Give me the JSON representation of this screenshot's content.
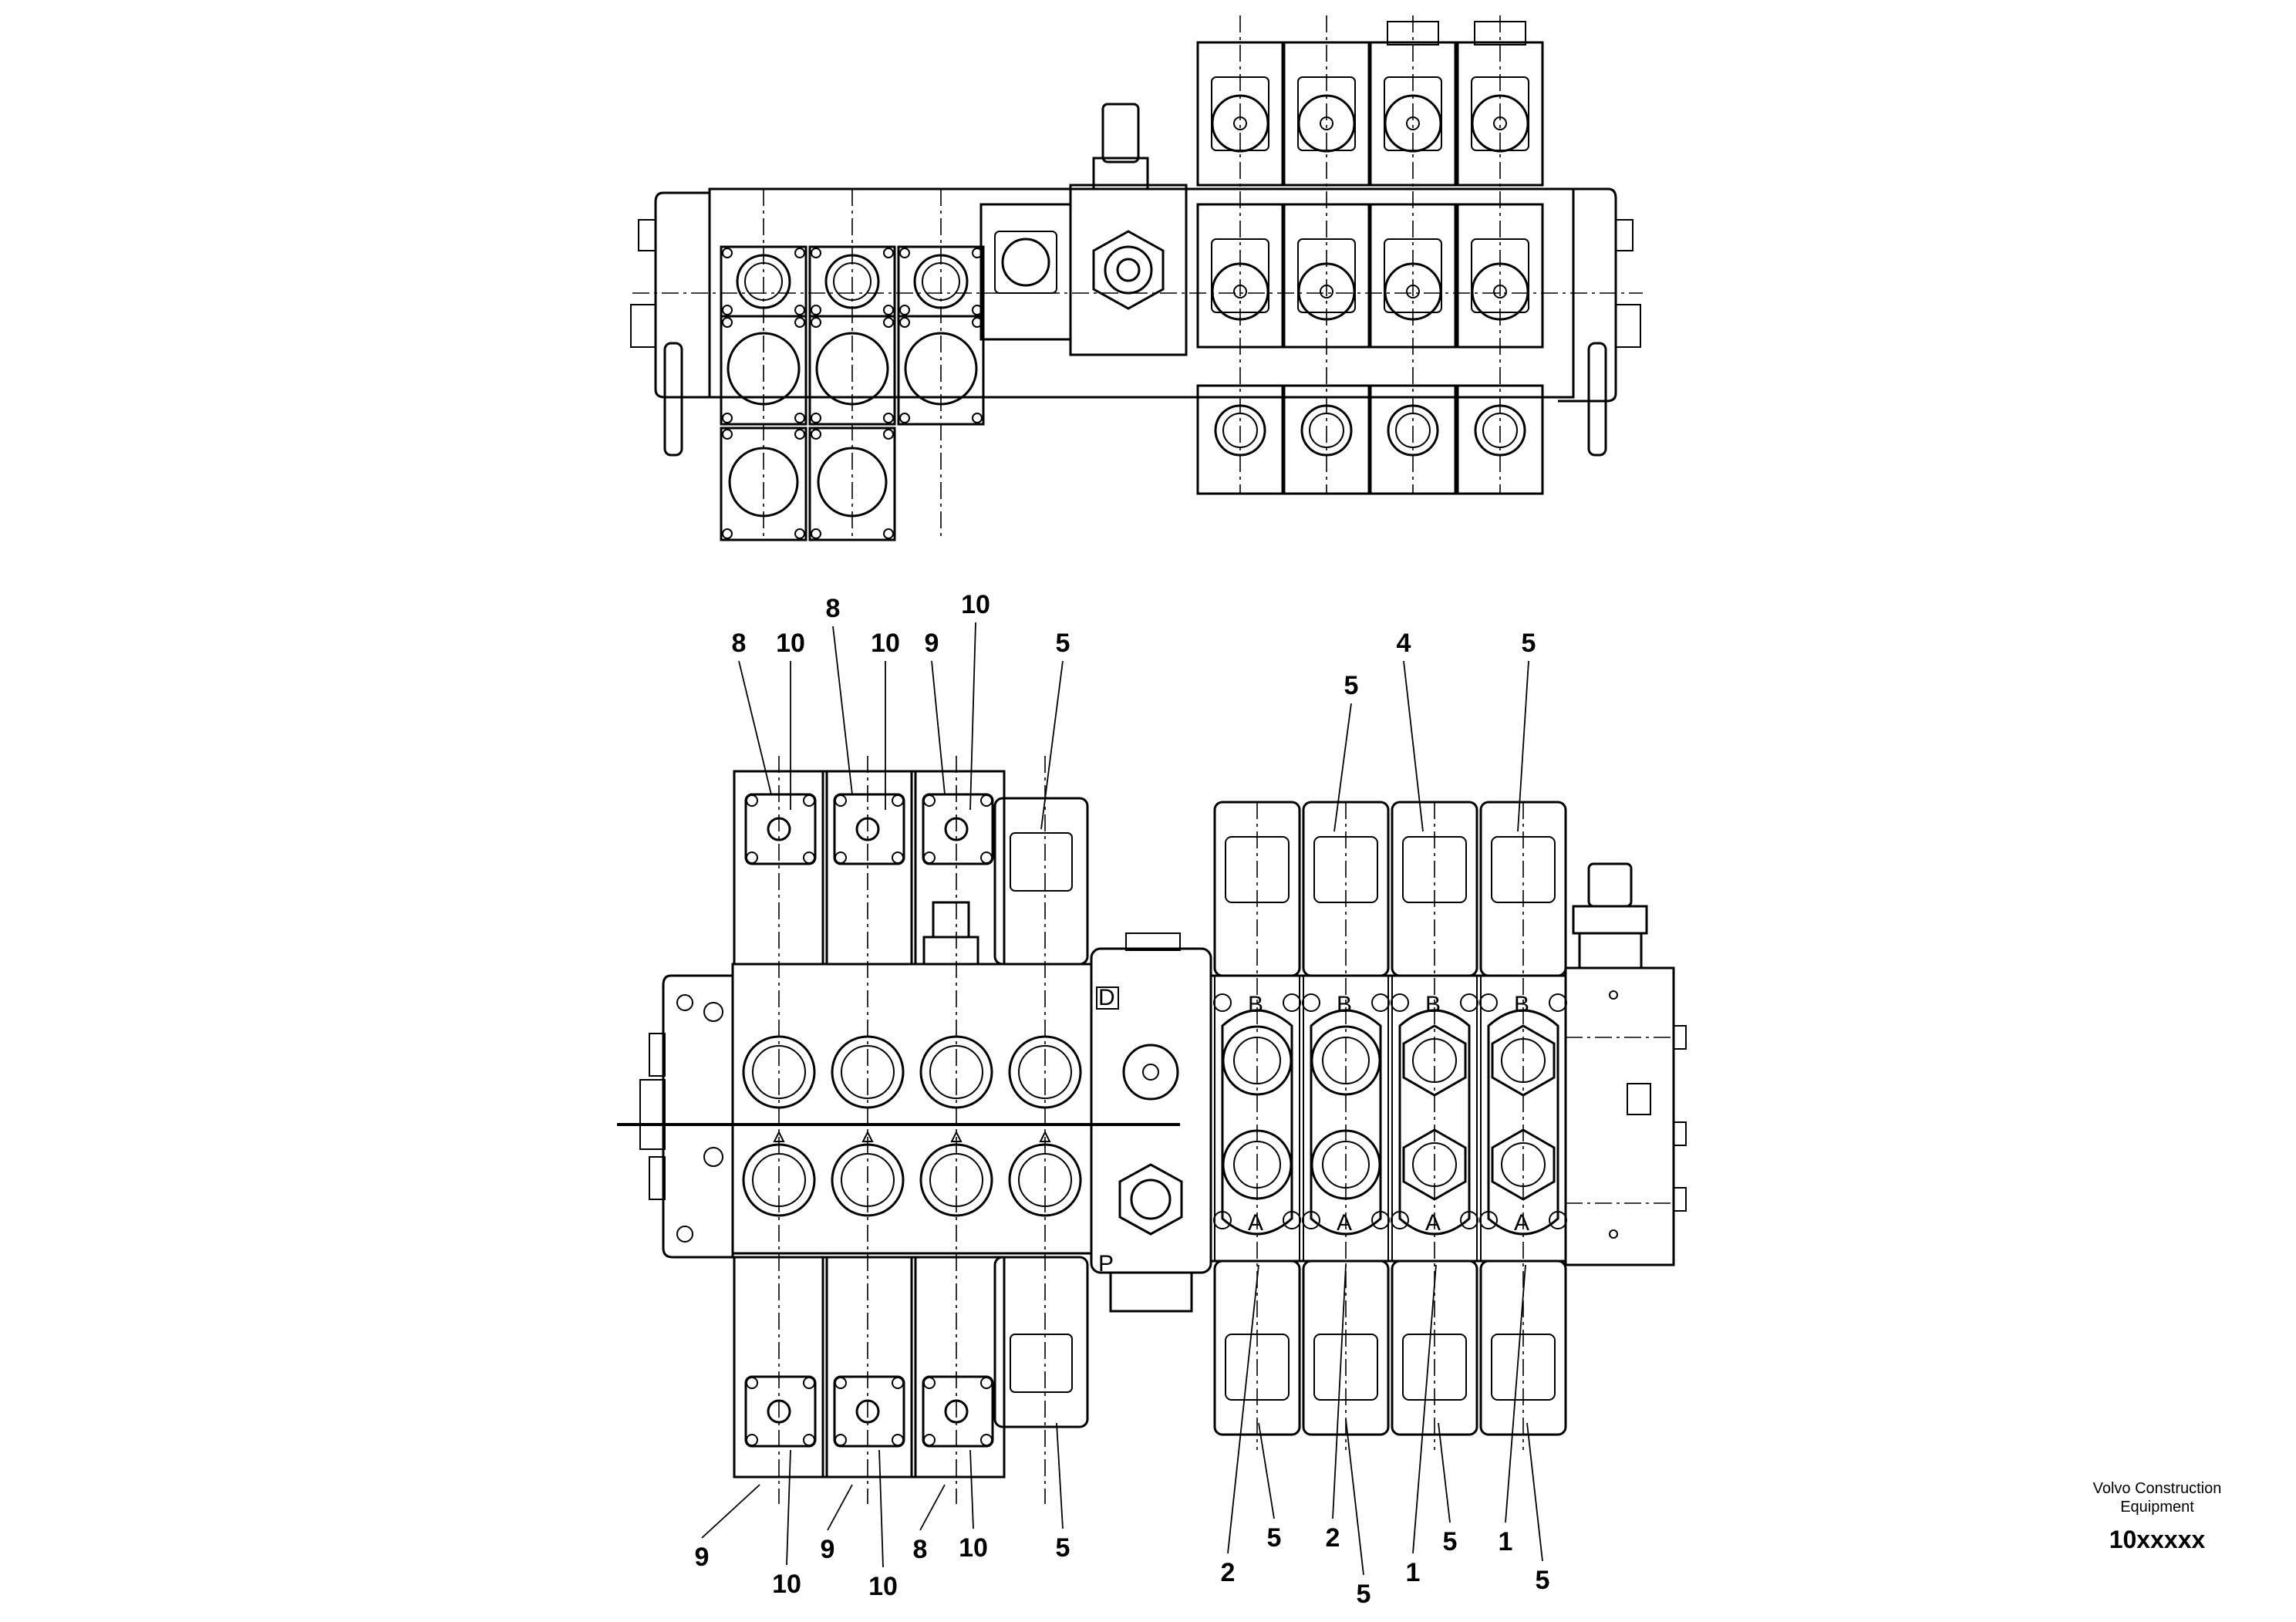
{
  "drawing": {
    "brand_line1": "Volvo Construction",
    "brand_line2": "Equipment",
    "drawing_number": "10xxxxx"
  },
  "port_letters": {
    "b": "B",
    "a": "A",
    "d": "D",
    "p": "P"
  },
  "callouts": [
    {
      "id": "c1",
      "text": "8"
    },
    {
      "id": "c2",
      "text": "10"
    },
    {
      "id": "c3",
      "text": "8"
    },
    {
      "id": "c4",
      "text": "10"
    },
    {
      "id": "c5",
      "text": "9"
    },
    {
      "id": "c6",
      "text": "10"
    },
    {
      "id": "c7",
      "text": "5"
    },
    {
      "id": "c8",
      "text": "5"
    },
    {
      "id": "c9",
      "text": "4"
    },
    {
      "id": "c10",
      "text": "5"
    },
    {
      "id": "c11",
      "text": "9"
    },
    {
      "id": "c12",
      "text": "10"
    },
    {
      "id": "c13",
      "text": "9"
    },
    {
      "id": "c14",
      "text": "10"
    },
    {
      "id": "c15",
      "text": "8"
    },
    {
      "id": "c16",
      "text": "10"
    },
    {
      "id": "c17",
      "text": "5"
    },
    {
      "id": "c18",
      "text": "2"
    },
    {
      "id": "c19",
      "text": "5"
    },
    {
      "id": "c20",
      "text": "2"
    },
    {
      "id": "c21",
      "text": "5"
    },
    {
      "id": "c22",
      "text": "1"
    },
    {
      "id": "c23",
      "text": "5"
    },
    {
      "id": "c24",
      "text": "1"
    },
    {
      "id": "c25",
      "text": "5"
    }
  ]
}
